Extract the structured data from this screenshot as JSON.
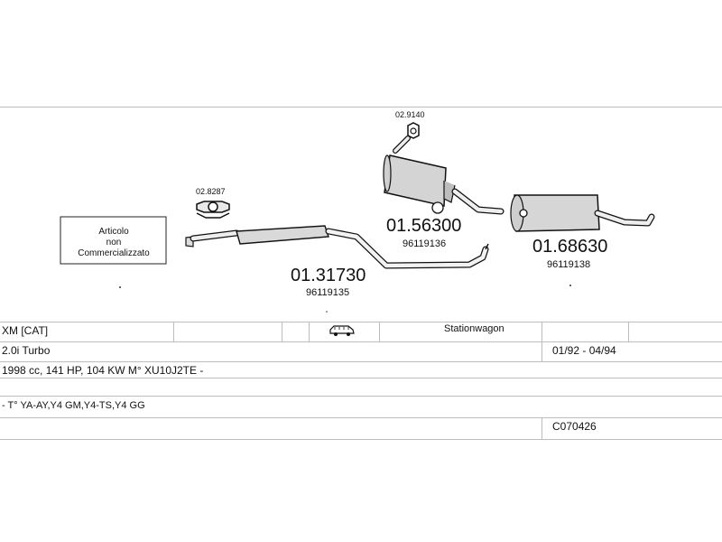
{
  "diagram": {
    "box_label": [
      "Articolo",
      "non",
      "Commercializzato"
    ],
    "parts": [
      {
        "code": "01.31730",
        "oe": "96119135"
      },
      {
        "code": "01.56300",
        "oe": "96119136"
      },
      {
        "code": "01.68630",
        "oe": "96119138"
      }
    ],
    "clamps": [
      "02.8287",
      "02.9140"
    ]
  },
  "table": {
    "model": "XM  [CAT]",
    "body_type": "Stationwagon",
    "icon": "car-icon",
    "engine": "2.0i Turbo",
    "years": "01/92 - 04/94",
    "specs": "1998 cc, 141 HP, 104 KW M° XU10J2TE -",
    "chassis": "- T° YA-AY,Y4 GM,Y4-TS,Y4 GG",
    "code": "C070426"
  }
}
